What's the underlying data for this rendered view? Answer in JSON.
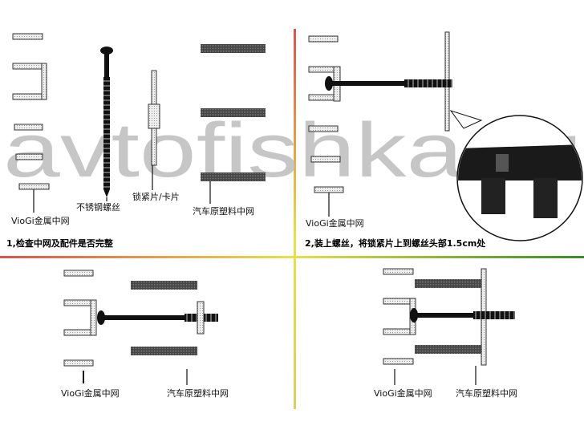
{
  "watermark": "avtofishka.ru",
  "panel1": {
    "label_screw": "不锈钢螺丝",
    "label_clip": "锁紧片/卡片",
    "label_plastic_grille": "汽车原塑料中网",
    "label_metal_grille": "VioGi金属中网",
    "step": "1,检查中网及配件是否完整"
  },
  "panel2": {
    "label_metal_grille": "VioGi金属中网",
    "step": "2,装上螺丝，将锁紧片上到螺丝头部1.5cm处"
  },
  "panel3": {
    "label_metal_grille": "VioGi金属中网",
    "label_plastic_grille": "汽车原塑料中网"
  },
  "panel4": {
    "label_metal_grille": "VioGi金属中网",
    "label_plastic_grille": "汽车原塑料中网"
  },
  "colors": {
    "divider_start": "#d9534f",
    "divider_mid": "#e8e04a",
    "divider_end": "#3a8a2a",
    "plastic": "#555555",
    "slat": "#e4e4e4"
  }
}
